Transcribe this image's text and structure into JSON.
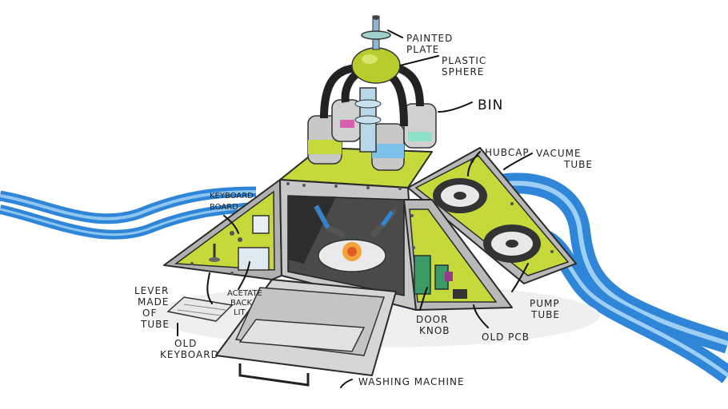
{
  "labels": {
    "painted_plate": [
      "PAINTED",
      "PLATE"
    ],
    "plastic_sphere": [
      "PLASTIC",
      "SPHERE"
    ],
    "bin": "BIN",
    "hubcap": "HUBCAP",
    "vacume_tube": [
      "VACUME",
      "TUBE"
    ],
    "keyboard_top": [
      "KEYBOARD",
      "BOARD"
    ],
    "lever": [
      "LEVER",
      "MADE",
      "OF",
      "TUBE"
    ],
    "acetate": [
      "ACETATE",
      "BACK",
      "LIT"
    ],
    "old_keyboard": [
      "OLD",
      "KEYBOARD"
    ],
    "door_knob": [
      "DOOR",
      "KNOB"
    ],
    "old_pcb": "OLD PCB",
    "pump_tube": [
      "PUMP",
      "TUBE"
    ],
    "washing_machine": "WASHING MACHINE"
  },
  "colors": {
    "tube_blue": "#2f86d8",
    "tube_light": "#8fc6f0",
    "panel_green": "#c7d93a",
    "metal": "#c8c8c8",
    "dark": "#2b2b2b"
  }
}
